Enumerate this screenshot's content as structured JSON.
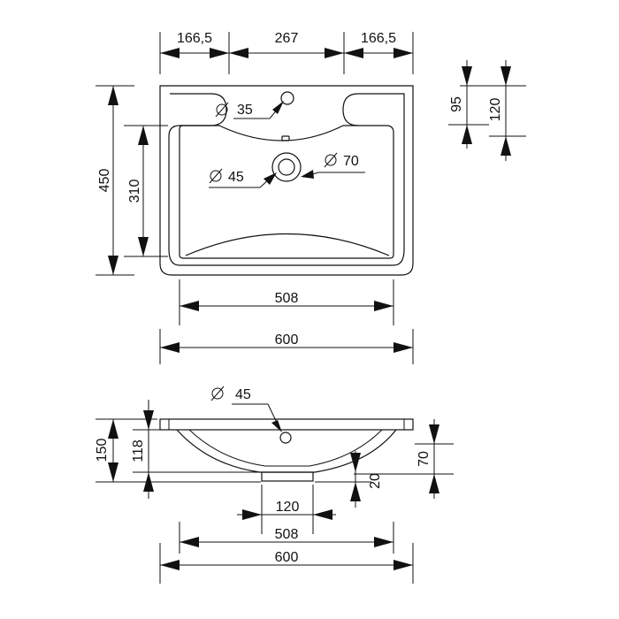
{
  "colors": {
    "line": "#111111",
    "background": "#ffffff"
  },
  "top_view": {
    "width_left": "166,5",
    "width_middle": "267",
    "width_right": "166,5",
    "overall_depth": "450",
    "bowl_depth": "310",
    "tap_hole": "35",
    "drain_inner": "45",
    "drain_outer": "70",
    "bowl_width": "508",
    "overall_width": "600",
    "edge_offset_1": "95",
    "edge_offset_2": "120"
  },
  "side_view": {
    "drain_hole": "45",
    "overall_height": "150",
    "bowl_height": "118",
    "height_right": "70",
    "drain_height": "20",
    "drain_width": "120",
    "bowl_width": "508",
    "overall_width": "600"
  },
  "symbols": {
    "diameter": "diameter-icon"
  }
}
